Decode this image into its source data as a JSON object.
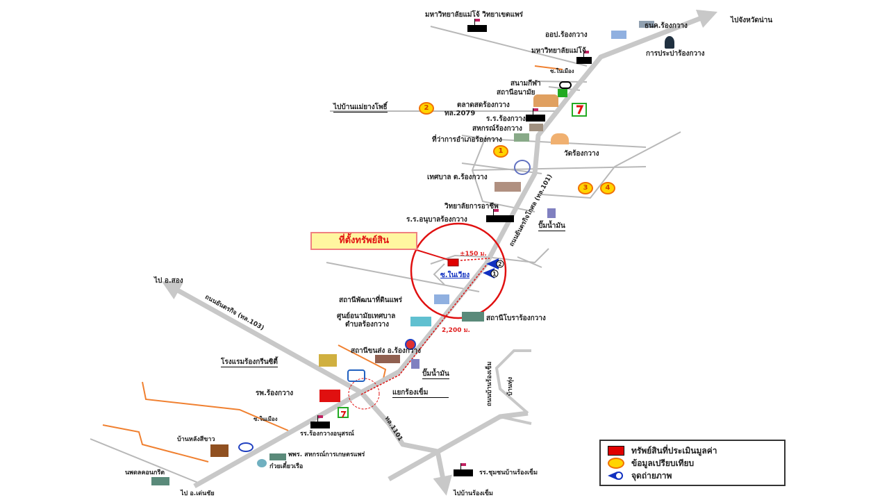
{
  "colors": {
    "road": "#c8c8c8",
    "minor_road": "#b0b0b0",
    "orange_road": "#f08030",
    "highlight": "#e01010",
    "compare": "#ffd400",
    "photo": "#1030c0"
  },
  "callout": "ที่ตั้งทรัพย์สิน",
  "labels": {
    "mju_phrae": "มหาวิทยาลัยแม่โจ้ วิทยาเขตแพร่",
    "bank": "ธนค.ร้องกวาง",
    "oop": "ออป.ร้องกวาง",
    "mju": "มหาวิทยาลัยแม่โจ้",
    "waterworks": "การประปาร้องกวาง",
    "to_nan": "ไปจังหวัดน่าน",
    "soi_top": "ซ.ในเมือง",
    "stadium": "สนามกีฬา",
    "health_station": "สถานีอนามัย",
    "market": "ตลาดสดร้องกวาง",
    "to_maeyang": "ไปบ้านแม่ยางโพธิ์",
    "route2079": "ทล.2079",
    "school_rongkwang": "ร.ร.ร้องกวาง",
    "coop": "สหกรณ์ร้องกวาง",
    "district_office": "ที่ว่าการอำเภอร้องกวาง",
    "temple": "วัดร้องกวาง",
    "municipality": "เทศบาล ต.ร้องกวาง",
    "school_mid": "วิทยาลัยการอาชีพ",
    "kindergarten": "ร.ร.อนุบาลร้องกวาง",
    "gas1": "ปั๊มน้ำมัน",
    "main_road": "ถนนยันตรกิจโกศล (ทล.101)",
    "distance_150": "±150 ม.",
    "soi_site": "ซ.ในเวียง",
    "to_song": "ไป อ.สอง",
    "land_dev": "สถานีพัฒนาที่ดินแพร่",
    "health_center_1": "ศูนย์อนามัยเทศบาล",
    "health_center_2": "ตำบลร้องกวาง",
    "rubber_station": "สถานีโบราร้องกวาง",
    "distance_2200": "2,200 ม.",
    "left_road": "ถนนยันตรกิจ (ทล.103)",
    "bus_station": "สถานีขนส่ง อ.ร้องกวาง",
    "hotel": "โรงแรมร้องกรีนซิตี้",
    "gas2": "ปั๊มน้ำมัน",
    "hospital": "รพ.ร้องกวาง",
    "junction": "แยกร้องเข็ม",
    "route1101": "ทล.1101",
    "soi_bottom": "ซ.ในเมือง",
    "school_anusorn": "รร.ร้องกวางอนุสรณ์",
    "house": "บ้านหลังสีขาว",
    "farm_coop": "พพร. สหกรณ์การเกษตรแพร่",
    "noodle": "ก๋วยเตี๋ยวเรือ",
    "concrete": "นพดลคอนกรีต",
    "to_denchai": "ไป อ.เด่นชัย",
    "school_rongkhem": "รร.ชุมชนบ้านร้องเข็ม",
    "to_rongkhem": "ไปบ้านร้องเข็ม",
    "road_rongkhem": "ถนนบ้านร้องเข็ม",
    "ban_thung": "บ้านทุ่ง"
  },
  "compare_points": [
    "1",
    "2",
    "3",
    "4"
  ],
  "photo_points": [
    "1",
    "2"
  ],
  "legend": [
    {
      "label": "ทรัพย์สินที่ประเมินมูลค่า",
      "icon": "red-square"
    },
    {
      "label": "ข้อมูลเปรียบเทียบ",
      "icon": "yellow-circle"
    },
    {
      "label": "จุดถ่ายภาพ",
      "icon": "blue-photo-marker"
    }
  ]
}
